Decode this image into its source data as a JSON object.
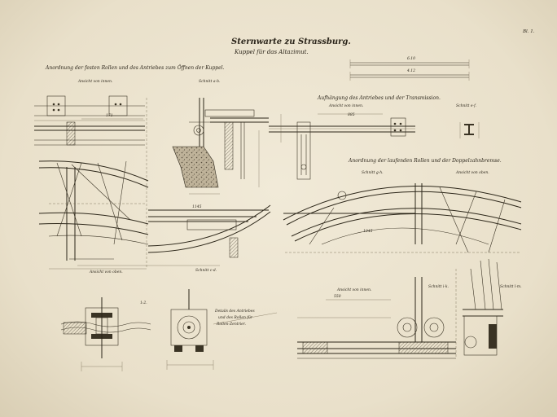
{
  "plate": {
    "title": "Sternwarte zu Strassburg.",
    "subtitle": "Kuppel für das Altazimut.",
    "plate_number": "Bl. 1."
  },
  "labels": {
    "anordnung_feste_rollen": "Anordnung der festen Rollen und des Antriebes zum Öffnen der Kuppel.",
    "ansicht_von_innen_1": "Ansicht von innen.",
    "schnitt_ab": "Schnitt a-b.",
    "aufhaengung": "Aufhängung des Antriebes und der Transmission.",
    "ansicht_von_innen_2": "Ansicht von innen.",
    "schnitt_ef": "Schnitt e-f.",
    "anordnung_laufende_rollen": "Anordnung der laufenden Rollen und der Doppelzahnbremse.",
    "schnitt_gh": "Schnitt g-h.",
    "ansicht_von_oben_1": "Ansicht von oben.",
    "ansicht_von_oben_2": "Ansicht von oben.",
    "schnitt_cd": "Schnitt c-d.",
    "ratio": "1:2.",
    "detail_caption_1": "Details des Antriebes",
    "detail_caption_2": "und des Rollen für",
    "detail_caption_3": "Rollen-Zentrier.",
    "ansicht_von_innen_3": "Ansicht von innen.",
    "schnitt_ik": "Schnitt i-k.",
    "schnitt_lm": "Schnitt l-m."
  },
  "dimensions": {
    "d_610": "6.10",
    "d_412": "4.12",
    "d_171": "171",
    "d_1145": "1145",
    "d_885": "885",
    "d_550": "550",
    "d_1045": "1045"
  }
}
